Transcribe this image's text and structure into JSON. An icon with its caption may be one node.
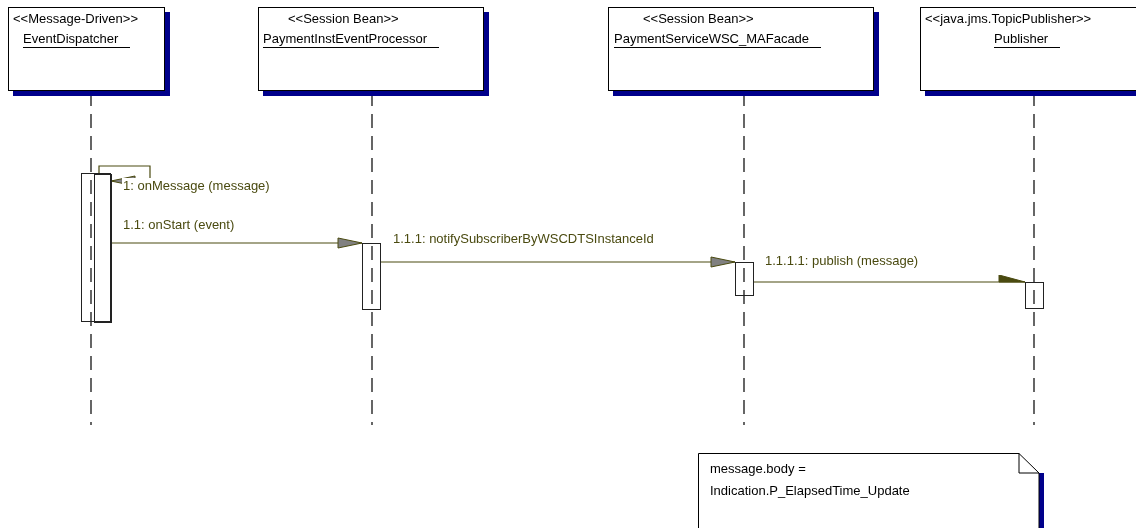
{
  "diagram": {
    "nodes": [
      {
        "text": [
          "<<Message-Driven>>",
          "EventDispatcher"
        ]
      },
      {
        "text": [
          "<<Session Bean>>",
          "PaymentInstEventProcessor"
        ]
      },
      {
        "text": [
          "<<Session Bean>>",
          "PaymentServiceWSC_MAFacade"
        ]
      },
      {
        "text": [
          "<<java.jms.TopicPublisher>>",
          "Publisher"
        ]
      },
      {
        "text": [],
        "shape": "bar"
      },
      {
        "text": [],
        "shape": "bar",
        "in": 4
      },
      {
        "text": [],
        "shape": "bar"
      },
      {
        "text": [],
        "shape": "bar"
      },
      {
        "text": [],
        "shape": "bar"
      },
      {
        "text": [
          "message.body =",
          "Indication.P_ElapsedTime_Update"
        ]
      }
    ],
    "edges": [
      {
        "from": 4,
        "to": 5,
        "arrow": "to",
        "label": "1: onMessage (message)"
      },
      {
        "from": 5,
        "to": 6,
        "arrow": "to",
        "label": "1.1: onStart (event)"
      },
      {
        "from": 6,
        "to": 7,
        "arrow": "to",
        "label": "1.1.1: notifySubscriberByWSCDTSInstanceId"
      },
      {
        "from": 7,
        "to": 8,
        "arrow": "to",
        "label": "1.1.1.1: publish (message)"
      }
    ]
  }
}
